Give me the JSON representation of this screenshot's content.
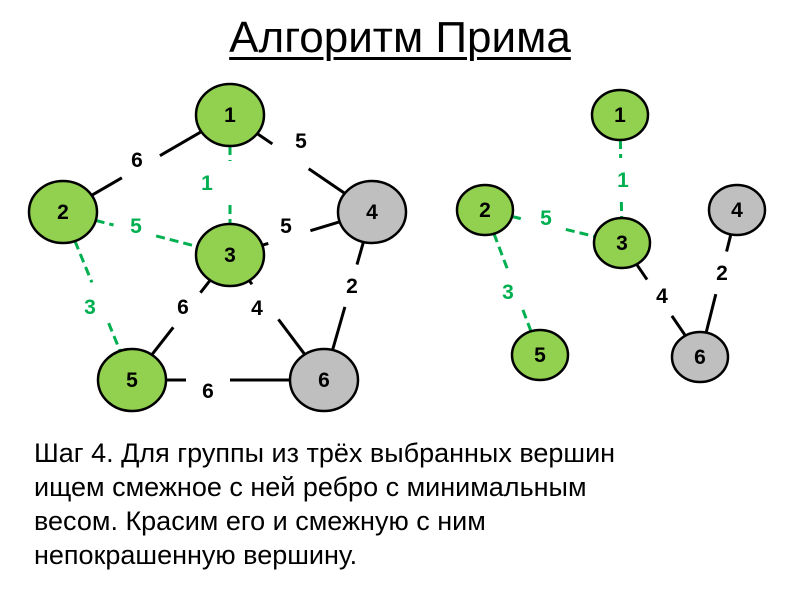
{
  "title": "Алгоритм Прима",
  "colors": {
    "selected_fill": "#92d050",
    "unselected_fill": "#bfbfbf",
    "selected_edge": "#00b050",
    "edge": "#000000",
    "outline": "#000000"
  },
  "graphs": [
    {
      "nodes": [
        {
          "id": "1",
          "label": "1",
          "selected": true
        },
        {
          "id": "2",
          "label": "2",
          "selected": true
        },
        {
          "id": "3",
          "label": "3",
          "selected": true
        },
        {
          "id": "4",
          "label": "4",
          "selected": false
        },
        {
          "id": "5",
          "label": "5",
          "selected": true
        },
        {
          "id": "6",
          "label": "6",
          "selected": false
        }
      ],
      "edges": [
        {
          "from": "1",
          "to": "2",
          "weight": "6",
          "selected": false
        },
        {
          "from": "1",
          "to": "3",
          "weight": "1",
          "selected": true
        },
        {
          "from": "1",
          "to": "4",
          "weight": "5",
          "selected": false
        },
        {
          "from": "2",
          "to": "3",
          "weight": "5",
          "selected": true
        },
        {
          "from": "3",
          "to": "4",
          "weight": "5",
          "selected": false
        },
        {
          "from": "2",
          "to": "5",
          "weight": "3",
          "selected": true
        },
        {
          "from": "3",
          "to": "5",
          "weight": "6",
          "selected": false
        },
        {
          "from": "3",
          "to": "6",
          "weight": "4",
          "selected": false
        },
        {
          "from": "4",
          "to": "6",
          "weight": "2",
          "selected": false
        },
        {
          "from": "5",
          "to": "6",
          "weight": "6",
          "selected": false
        }
      ]
    },
    {
      "nodes": [
        {
          "id": "1",
          "label": "1",
          "selected": true
        },
        {
          "id": "2",
          "label": "2",
          "selected": true
        },
        {
          "id": "3",
          "label": "3",
          "selected": true
        },
        {
          "id": "4",
          "label": "4",
          "selected": false
        },
        {
          "id": "5",
          "label": "5",
          "selected": true
        },
        {
          "id": "6",
          "label": "6",
          "selected": false
        }
      ],
      "edges": [
        {
          "from": "1",
          "to": "3",
          "weight": "1",
          "selected": true
        },
        {
          "from": "2",
          "to": "3",
          "weight": "5",
          "selected": true
        },
        {
          "from": "2",
          "to": "5",
          "weight": "3",
          "selected": true
        },
        {
          "from": "3",
          "to": "6",
          "weight": "4",
          "selected": false
        },
        {
          "from": "4",
          "to": "6",
          "weight": "2",
          "selected": false
        }
      ]
    }
  ],
  "description": [
    "Шаг 4. Для группы из трёх выбранных вершин",
    "ищем смежное с ней ребро с минимальным",
    "весом. Красим его и смежную с ним",
    "непокрашенную вершину."
  ]
}
